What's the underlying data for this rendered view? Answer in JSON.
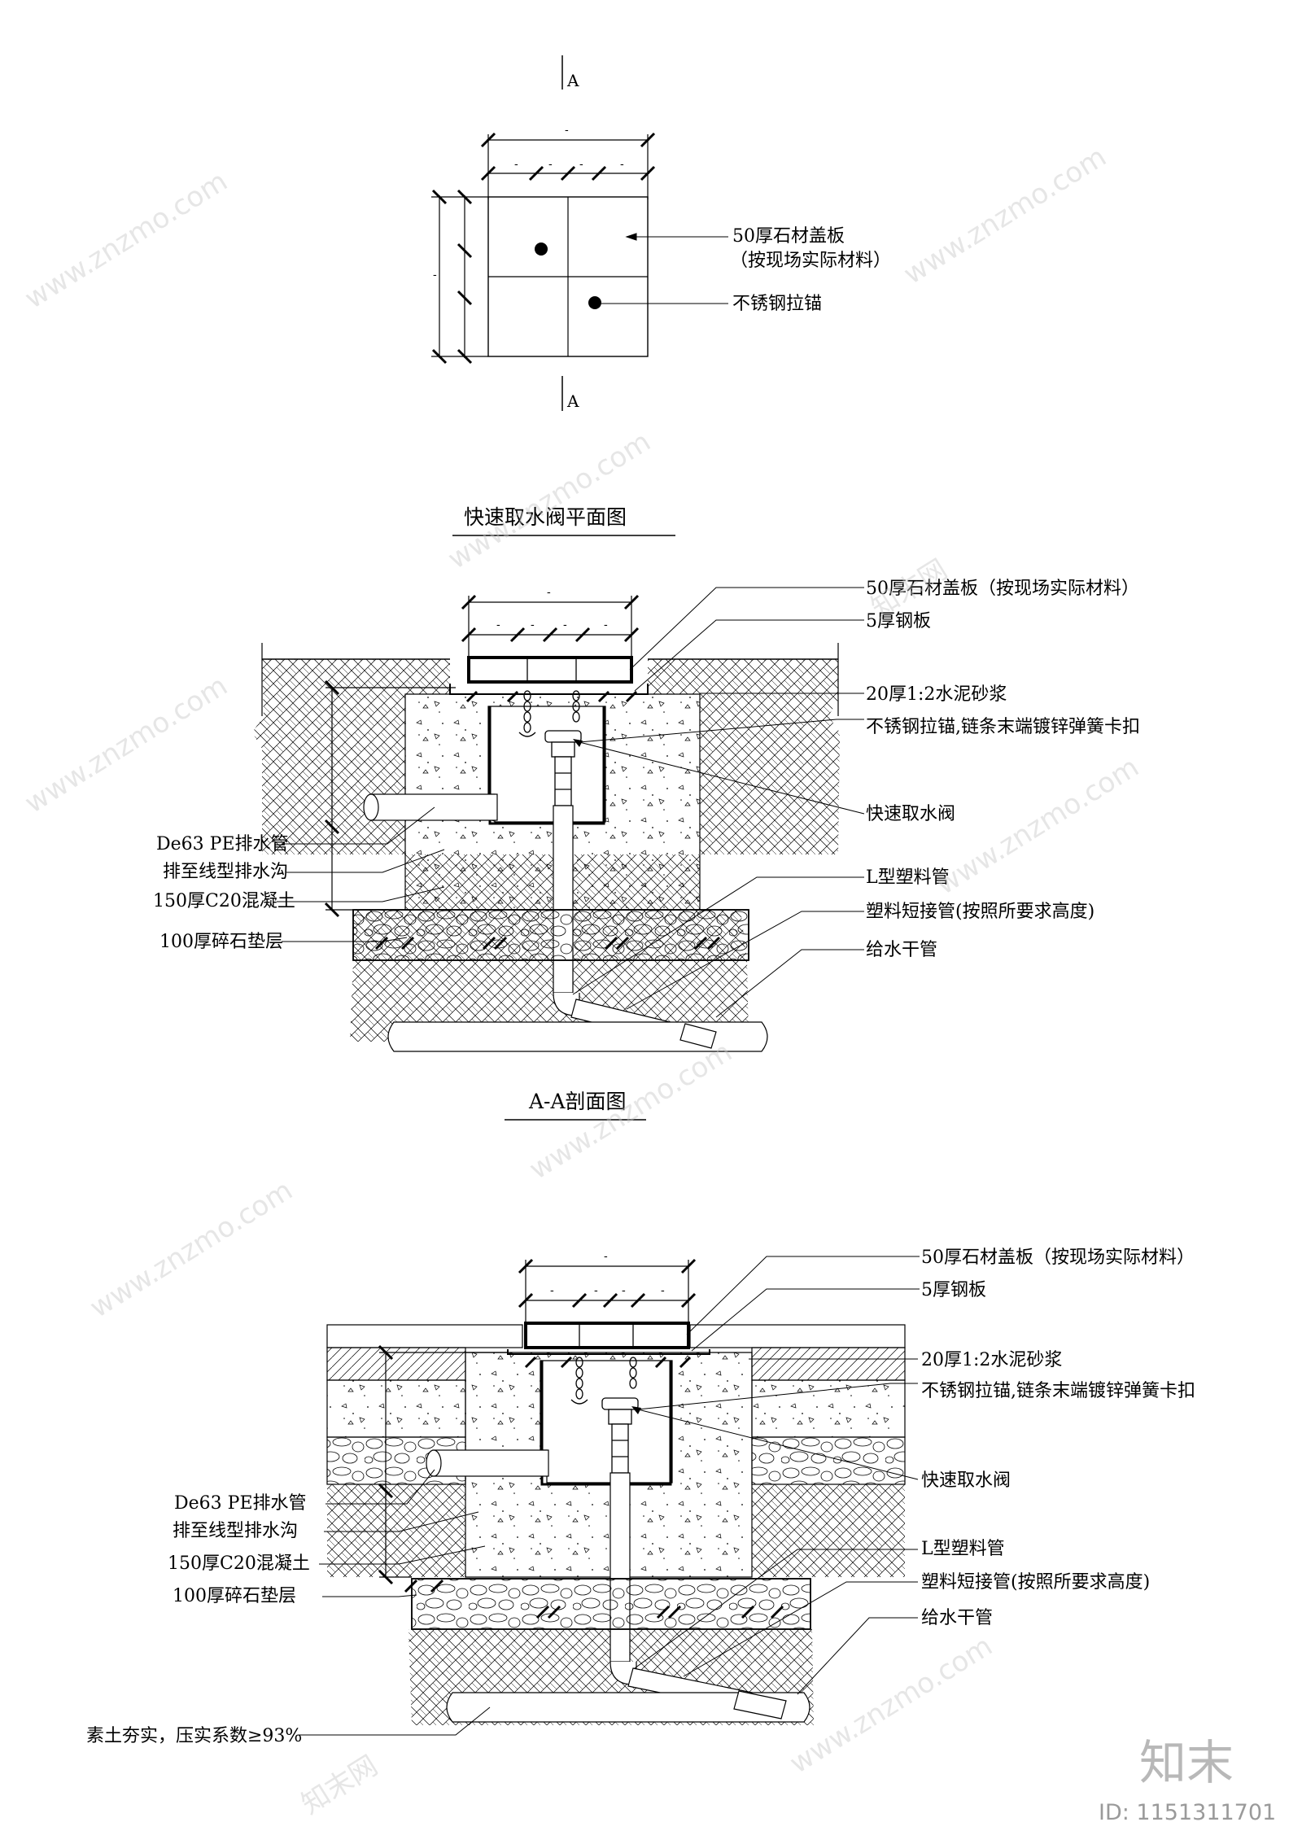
{
  "plan": {
    "title": "快速取水阀平面图",
    "section_mark": "A",
    "dim_tick": "-",
    "cover_label_1": "50厚石材盖板",
    "cover_label_2": "（按现场实际材料）",
    "anchor_label": "不锈钢拉锚"
  },
  "section1": {
    "title": "A-A剖面图",
    "labels": {
      "cover": "50厚石材盖板（按现场实际材料）",
      "steel_plate": "5厚钢板",
      "mortar": "20厚1:2水泥砂浆",
      "anchor": "不锈钢拉锚,链条末端镀锌弹簧卡扣",
      "valve": "快速取水阀",
      "drain_pipe_1": "De63 PE排水管",
      "drain_pipe_2": "排至线型排水沟",
      "concrete": "150厚C20混凝土",
      "gravel": "100厚碎石垫层",
      "l_pipe": "L型塑料管",
      "short_pipe": "塑料短接管(按照所要求高度)",
      "main_pipe": "给水干管"
    }
  },
  "section2": {
    "labels": {
      "cover": "50厚石材盖板（按现场实际材料）",
      "steel_plate": "5厚钢板",
      "mortar": "20厚1:2水泥砂浆",
      "anchor": "不锈钢拉锚,链条末端镀锌弹簧卡扣",
      "valve": "快速取水阀",
      "drain_pipe_1": "De63 PE排水管",
      "drain_pipe_2": "排至线型排水沟",
      "concrete": "150厚C20混凝土",
      "gravel": "100厚碎石垫层",
      "l_pipe": "L型塑料管",
      "short_pipe": "塑料短接管(按照所要求高度)",
      "main_pipe": "给水干管",
      "soil": "素土夯实，压实系数≥93%"
    }
  },
  "watermark": {
    "site": "www.znzmo.com",
    "brand_cn": "知末网",
    "brand_logo": "知末",
    "id_text": "ID: 1151311701"
  },
  "colors": {
    "line": "#000000",
    "watermark": "#c8c8c8"
  }
}
